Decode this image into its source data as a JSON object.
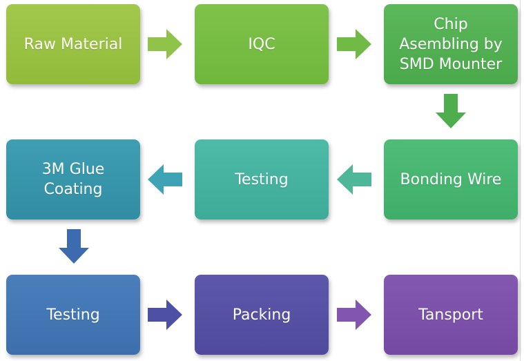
{
  "steps": [
    {
      "label": "Raw Material",
      "color": "#9ac243"
    },
    {
      "label": "IQC",
      "color": "#78bd43"
    },
    {
      "label": "Chip\nAsembling by\nSMD Mounter",
      "color": "#54b153"
    },
    {
      "label": "Bonding Wire",
      "color": "#47b671"
    },
    {
      "label": "Testing",
      "color": "#46b4a0"
    },
    {
      "label": "3M Glue\nCoating",
      "color": "#3796ab"
    },
    {
      "label": "Testing",
      "color": "#4477b5"
    },
    {
      "label": "Packing",
      "color": "#5751a4"
    },
    {
      "label": "Tansport",
      "color": "#7b51aa"
    }
  ],
  "arrows": [
    {
      "direction": "right",
      "color": "#8fc34a"
    },
    {
      "direction": "right",
      "color": "#6fbb45"
    },
    {
      "direction": "down",
      "color": "#4eae4e"
    },
    {
      "direction": "left",
      "color": "#4eb699"
    },
    {
      "direction": "left",
      "color": "#3fa3b6"
    },
    {
      "direction": "down",
      "color": "#3d6bb0"
    },
    {
      "direction": "right",
      "color": "#4e50a6"
    },
    {
      "direction": "right",
      "color": "#8256b0"
    }
  ]
}
